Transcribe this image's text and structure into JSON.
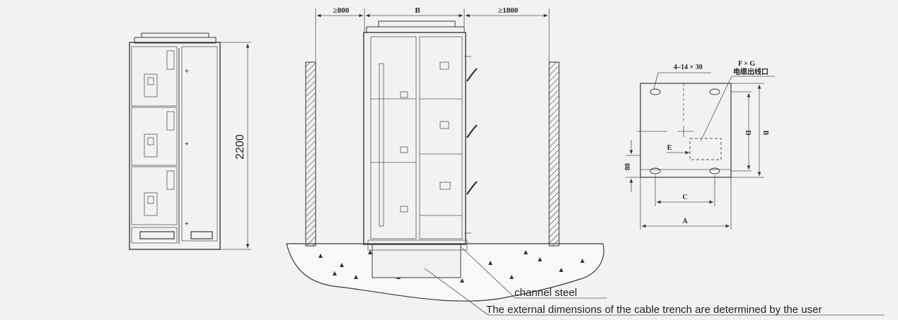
{
  "front_view": {
    "height_label": "2200"
  },
  "side_view": {
    "rear_clearance": "≥800",
    "depth_label": "B",
    "front_clearance": "≥1800",
    "channel_steel_label": "channel steel",
    "cable_trench_note": "The external dimensions of the cable trench are determined by the user"
  },
  "foundation_plan": {
    "bolt_holes": "4–14 × 30",
    "opening_size": "F × G",
    "cable_outlet": "电缆出线口",
    "dim_a": "A",
    "dim_b": "B",
    "dim_c": "C",
    "dim_d": "D",
    "dim_e": "E",
    "dim_80": "80"
  }
}
